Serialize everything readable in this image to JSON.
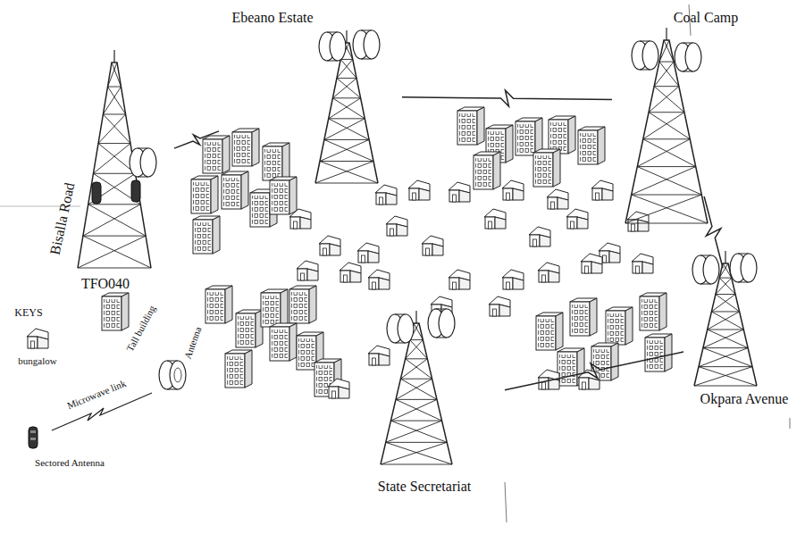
{
  "diagram": {
    "nodes": [
      {
        "text": [
          "Bisalla Road",
          "TFO040"
        ]
      },
      {
        "text": [
          "Ebeano Estate"
        ]
      },
      {
        "text": [
          "Coal Camp"
        ]
      },
      {
        "text": [
          "Okpara Avenue"
        ]
      },
      {
        "text": [
          "State Secretariat"
        ]
      }
    ],
    "edges": [
      {
        "from": 0,
        "to": 1,
        "arrow": "none"
      },
      {
        "from": 1,
        "to": 2,
        "arrow": "none"
      },
      {
        "from": 2,
        "to": 3,
        "arrow": "none"
      },
      {
        "from": 3,
        "to": 4,
        "arrow": "none"
      }
    ],
    "labels": [
      "KEYS"
    ],
    "legend": [
      {
        "text": "bungalow"
      },
      {
        "text": "Tall building"
      },
      {
        "text": "Antenna"
      },
      {
        "text": "Microwave link"
      },
      {
        "text": "Sectored Antenna"
      }
    ]
  }
}
